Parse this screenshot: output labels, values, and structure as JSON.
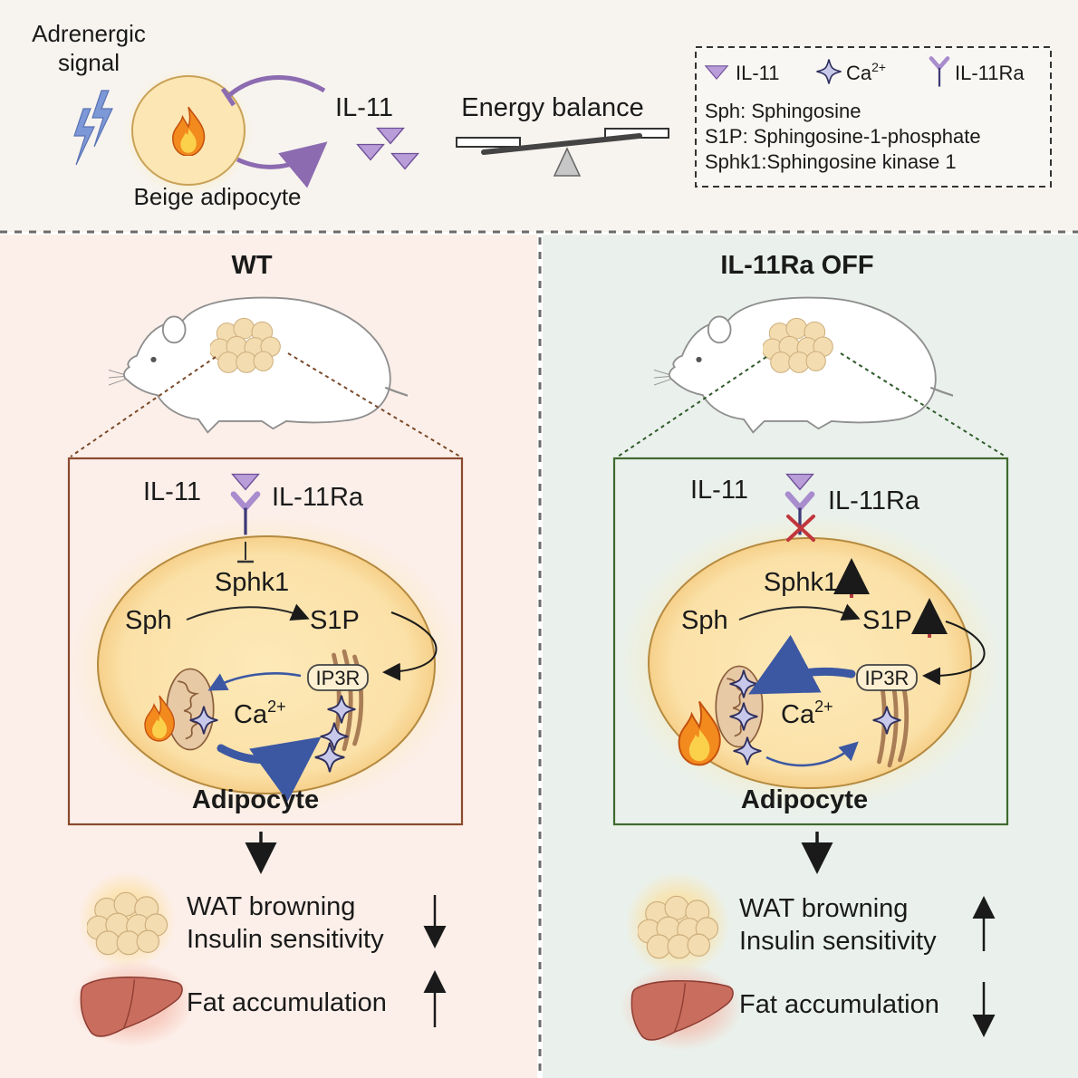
{
  "header": {
    "adrenergic_line1": "Adrenergic",
    "adrenergic_line2": "signal",
    "beige_adipocyte": "Beige adipocyte",
    "il11": "IL-11",
    "energy_balance": "Energy balance"
  },
  "legend": {
    "il11": "IL-11",
    "ca_base": "Ca",
    "ca_sup": "2+",
    "il11ra": "IL-11Ra",
    "sph": "Sph: Sphingosine",
    "s1p": "S1P: Sphingosine-1-phosphate",
    "sphk1": "Sphk1:Sphingosine kinase 1"
  },
  "wt": {
    "title": "WT",
    "ligand": "IL-11",
    "receptor": "IL-11Ra",
    "enzyme": "Sphk1",
    "substrate": "Sph",
    "product": "S1P",
    "channel": "IP3R",
    "ca_base": "Ca",
    "ca_sup": "2+",
    "cell_label": "Adipocyte",
    "outcome1": "WAT browning",
    "outcome2": "Insulin sensitivity",
    "outcome3": "Fat accumulation"
  },
  "ko": {
    "title": "IL-11Ra OFF",
    "ligand": "IL-11",
    "receptor": "IL-11Ra",
    "enzyme": "Sphk1",
    "substrate": "Sph",
    "product": "S1P",
    "channel": "IP3R",
    "ca_base": "Ca",
    "ca_sup": "2+",
    "cell_label": "Adipocyte",
    "outcome1": "WAT browning",
    "outcome2": "Insulin sensitivity",
    "outcome3": "Fat accumulation"
  },
  "colors": {
    "top_bg": "#f7f4ef",
    "wt_bg": "#fcefe9",
    "ko_bg": "#eaf1ec",
    "wt_box": "#8a4a2e",
    "ko_box": "#3f6a2e",
    "cell_fill": "#fbe3ae",
    "cell_edge": "#b58a3e",
    "purple": "#8c6bb1",
    "receptor": "#3e3a78",
    "star": "#c8c9ea",
    "ca_arrow": "#3c58a2",
    "red_up": "#b2383e",
    "liver": "#c86b5c",
    "adipose": "#f1d9aa",
    "lightning": "#6f8fce"
  },
  "icons": [
    "lightning-icon",
    "flame-icon",
    "il11-triangle-icon",
    "seesaw-icon",
    "ca-star-icon",
    "receptor-icon",
    "mouse-icon",
    "fat-cluster-icon",
    "mitochondria-icon",
    "er-icon",
    "liver-icon",
    "block-x-icon",
    "arrow-up-icon",
    "arrow-down-icon"
  ]
}
